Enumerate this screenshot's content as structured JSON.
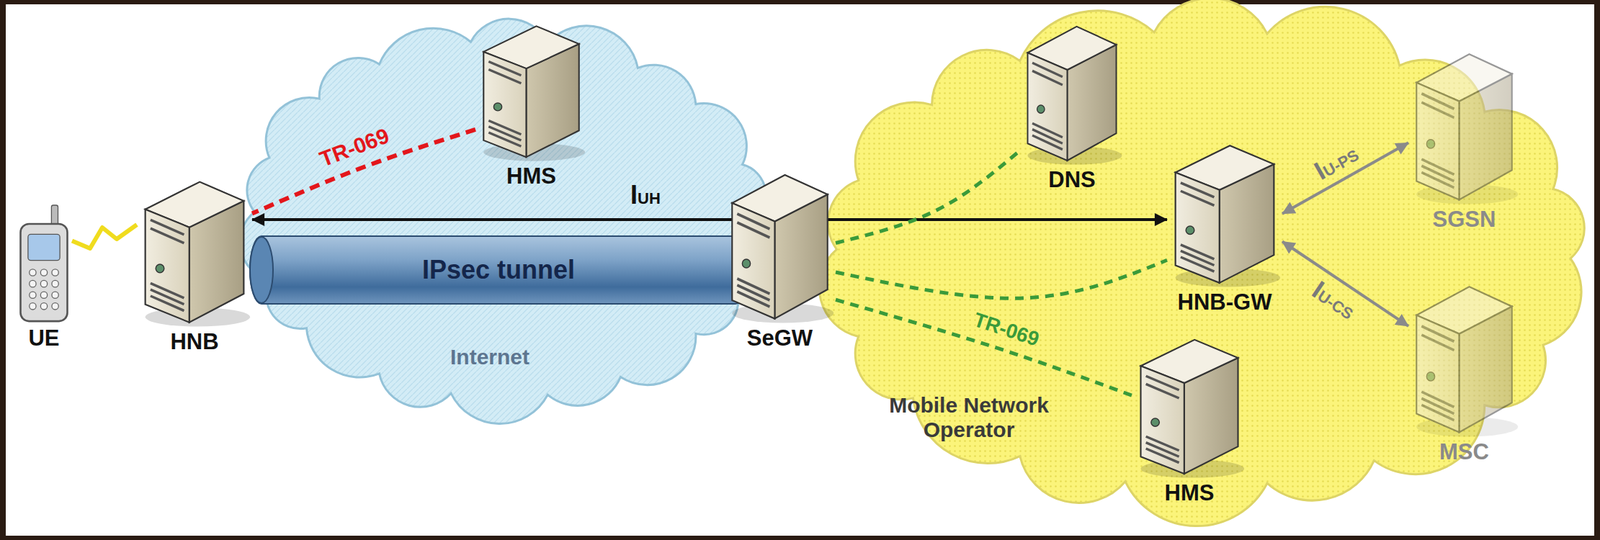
{
  "diagram": {
    "nodes": [
      {
        "text": [
          "UE"
        ]
      },
      {
        "text": [
          "HNB"
        ]
      },
      {
        "text": [
          "Internet"
        ]
      },
      {
        "text": [
          "HMS"
        ],
        "in": 2
      },
      {
        "text": [
          "IPsec tunnel"
        ],
        "in": 2
      },
      {
        "text": [
          "SeGW"
        ]
      },
      {
        "text": [
          "Mobile Network Operator"
        ]
      },
      {
        "text": [
          "DNS"
        ],
        "in": 6
      },
      {
        "text": [
          "HNB-GW"
        ],
        "in": 6
      },
      {
        "text": [
          "SGSN"
        ],
        "in": 6
      },
      {
        "text": [
          "HMS"
        ],
        "in": 6
      },
      {
        "text": [
          "MSC"
        ],
        "in": 6
      }
    ],
    "edges": [
      {
        "from": 0,
        "to": 1,
        "arrow": "none"
      },
      {
        "from": 3,
        "to": 1,
        "label": "TR-069",
        "arrow": "none"
      },
      {
        "from": 1,
        "to": 8,
        "label": "IUH",
        "arrow": "both"
      },
      {
        "from": 5,
        "to": 7,
        "arrow": "none"
      },
      {
        "from": 5,
        "to": 8,
        "arrow": "none"
      },
      {
        "from": 5,
        "to": 10,
        "label": "TR-069",
        "arrow": "none"
      },
      {
        "from": 8,
        "to": 9,
        "label": "IU-PS",
        "arrow": "both"
      },
      {
        "from": 8,
        "to": 11,
        "label": "IU-CS",
        "arrow": "both"
      }
    ]
  }
}
